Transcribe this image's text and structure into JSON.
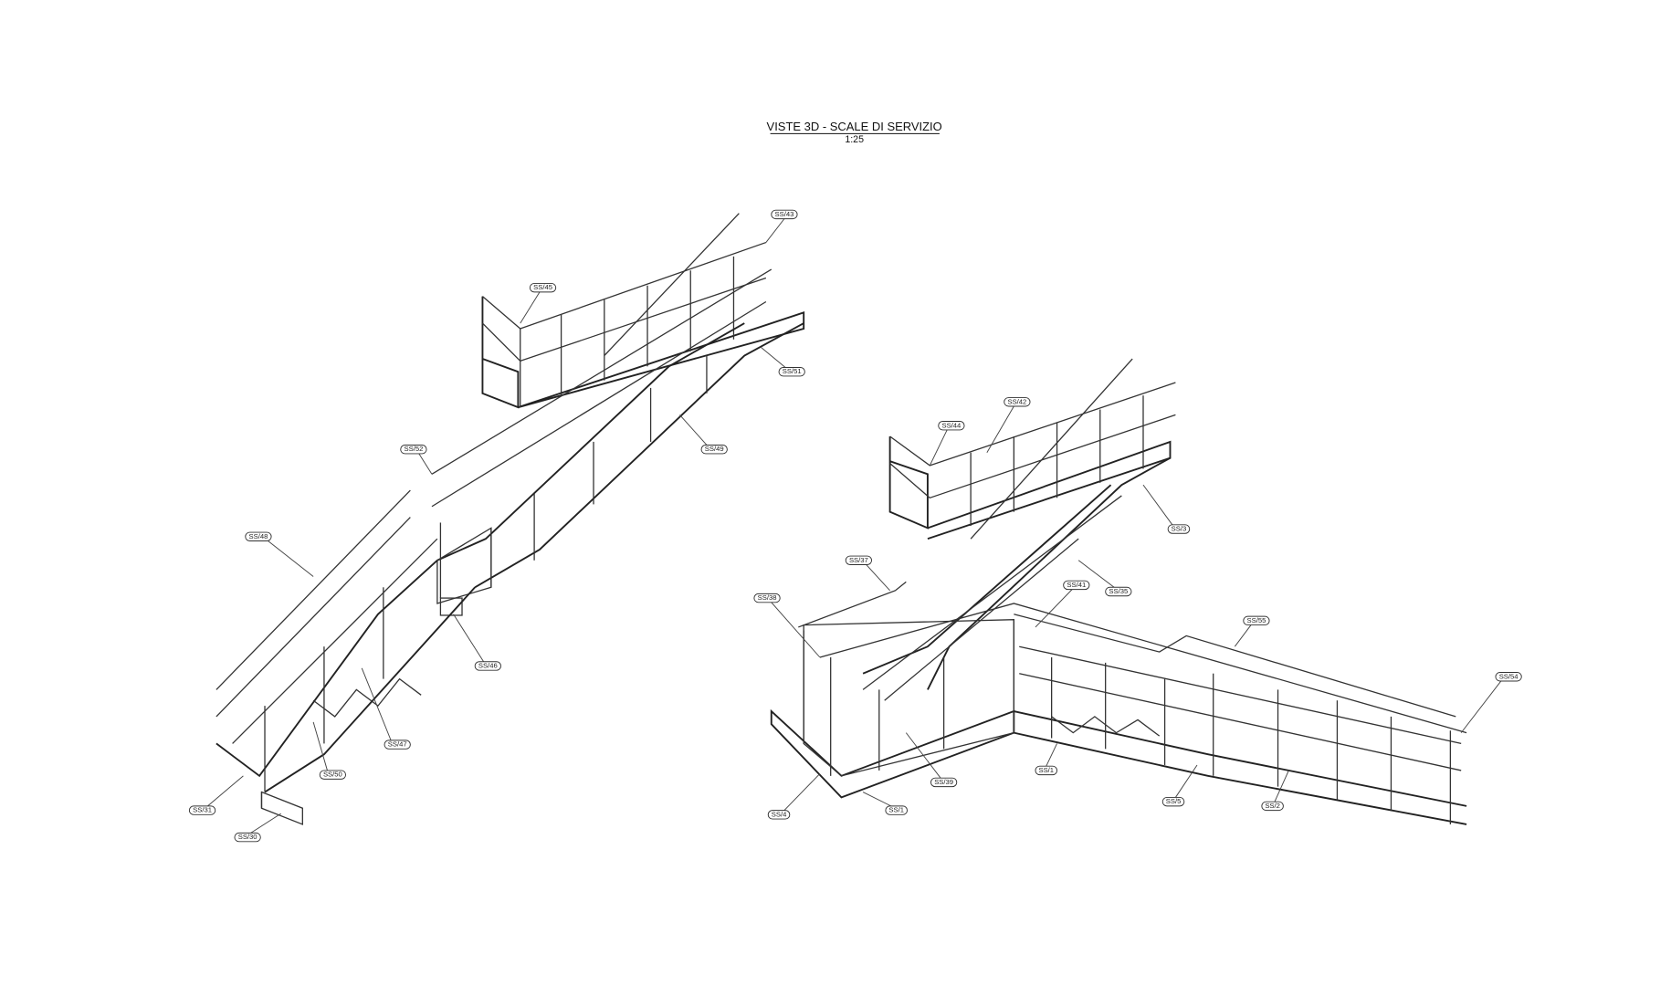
{
  "title": "VISTE 3D - SCALE DI SERVIZIO",
  "scale": "1:25",
  "left_view": {
    "labels": [
      "SS/43",
      "SS/45",
      "SS/51",
      "SS/49",
      "SS/52",
      "SS/48",
      "SS/46",
      "SS/47",
      "SS/50",
      "SS/31",
      "SS/30"
    ]
  },
  "right_view": {
    "labels": [
      "SS/42",
      "SS/44",
      "SS/3",
      "SS/37",
      "SS/38",
      "SS/41",
      "SS/35",
      "SS/55",
      "SS/54",
      "SS/1",
      "SS/39",
      "SS/1",
      "SS/4",
      "SS/5",
      "SS/2"
    ]
  }
}
